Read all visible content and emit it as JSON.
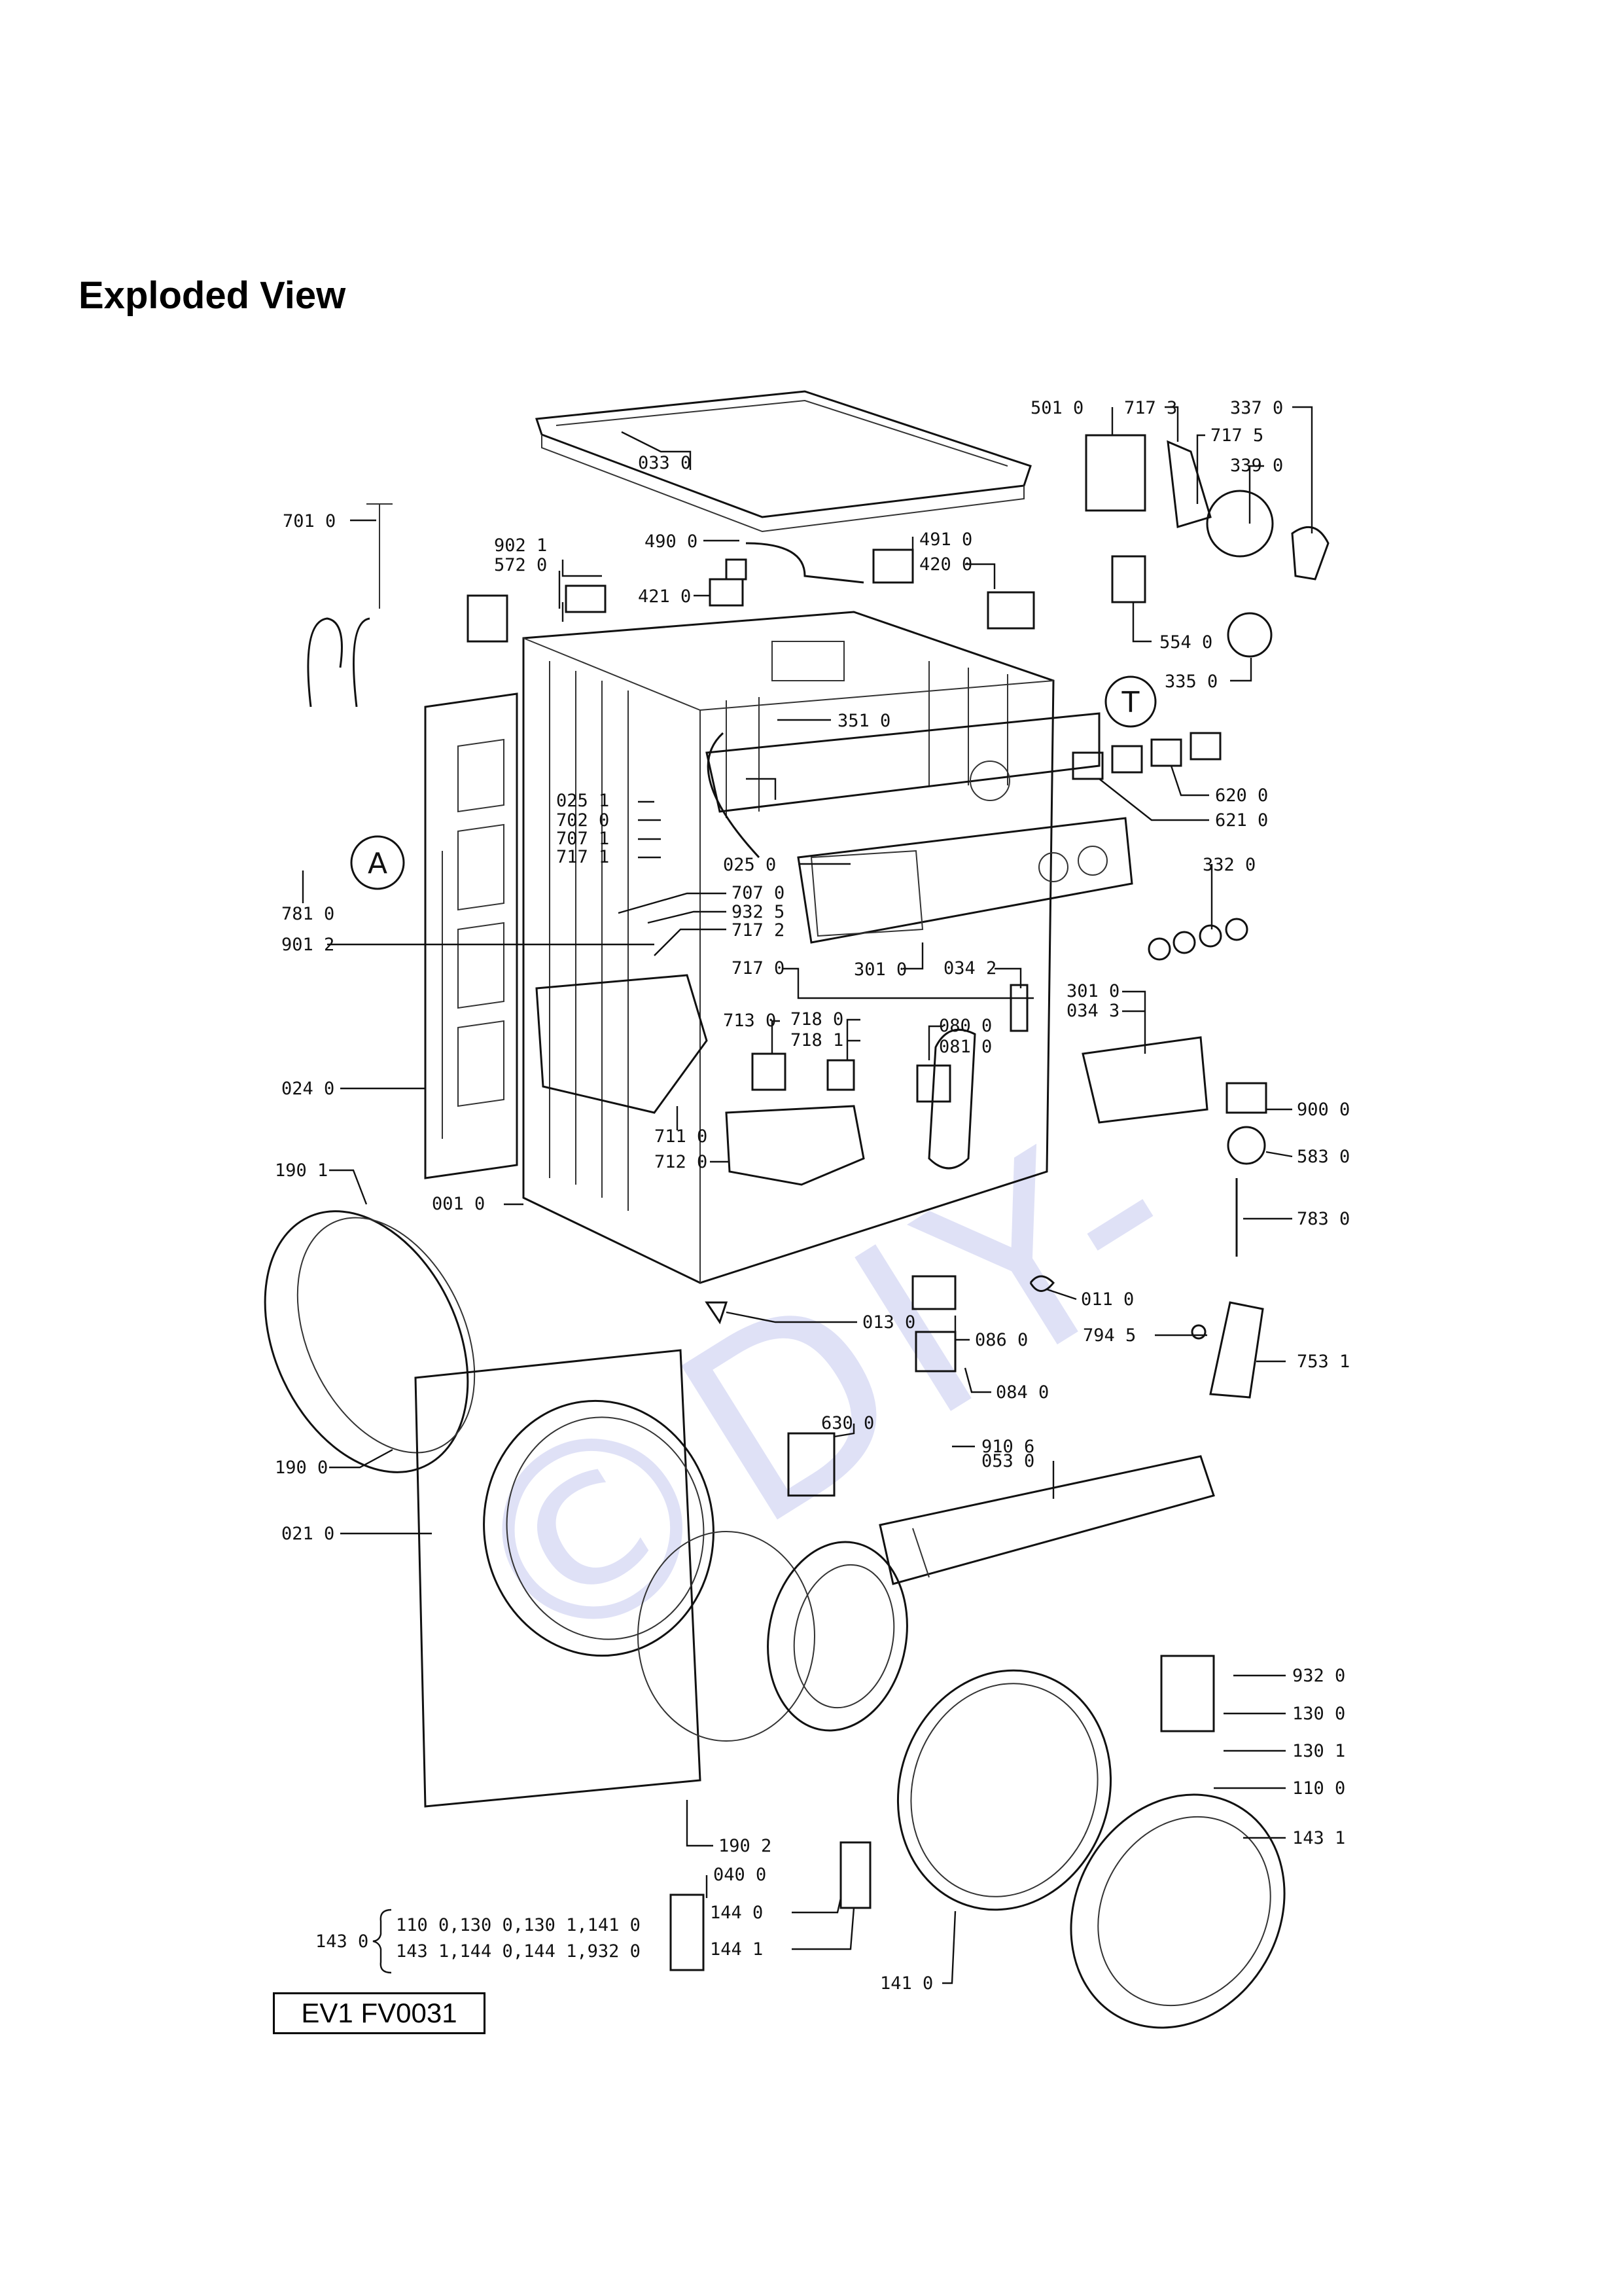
{
  "page": {
    "title": "Exploded View",
    "model_code": "EV1 FV0031",
    "watermark": "©DIY-"
  },
  "markers": [
    {
      "key": "A",
      "label": "A"
    },
    {
      "key": "T",
      "label": "T"
    }
  ],
  "part_labels": [
    {
      "key": "p033",
      "text": "033 0"
    },
    {
      "key": "p701",
      "text": "701 0"
    },
    {
      "key": "p902",
      "text": "902 1"
    },
    {
      "key": "p572",
      "text": "572 0"
    },
    {
      "key": "p490",
      "text": "490 0"
    },
    {
      "key": "p491",
      "text": "491 0"
    },
    {
      "key": "p420",
      "text": "420 0"
    },
    {
      "key": "p421",
      "text": "421 0"
    },
    {
      "key": "p501",
      "text": "501 0"
    },
    {
      "key": "p717_3",
      "text": "717 3"
    },
    {
      "key": "p337",
      "text": "337 0"
    },
    {
      "key": "p717_5",
      "text": "717 5"
    },
    {
      "key": "p339",
      "text": "339 0"
    },
    {
      "key": "p554",
      "text": "554 0"
    },
    {
      "key": "p335",
      "text": "335 0"
    },
    {
      "key": "p351",
      "text": "351 0"
    },
    {
      "key": "p620",
      "text": "620 0"
    },
    {
      "key": "p621",
      "text": "621 0"
    },
    {
      "key": "p025_1",
      "text": "025 1"
    },
    {
      "key": "p702",
      "text": "702 0"
    },
    {
      "key": "p707_1",
      "text": "707 1"
    },
    {
      "key": "p717_1",
      "text": "717 1"
    },
    {
      "key": "p025_0",
      "text": "025 0"
    },
    {
      "key": "p332",
      "text": "332 0"
    },
    {
      "key": "p781",
      "text": "781 0"
    },
    {
      "key": "p707_0",
      "text": "707 0"
    },
    {
      "key": "p932_5",
      "text": "932 5"
    },
    {
      "key": "p901",
      "text": "901 2"
    },
    {
      "key": "p717_2",
      "text": "717 2"
    },
    {
      "key": "p717_0",
      "text": "717 0"
    },
    {
      "key": "p301a",
      "text": "301 0"
    },
    {
      "key": "p034_2",
      "text": "034 2"
    },
    {
      "key": "p301b",
      "text": "301 0"
    },
    {
      "key": "p034_3",
      "text": "034 3"
    },
    {
      "key": "p713",
      "text": "713 0"
    },
    {
      "key": "p718_0",
      "text": "718 0"
    },
    {
      "key": "p718_1",
      "text": "718 1"
    },
    {
      "key": "p080",
      "text": "080 0"
    },
    {
      "key": "p081",
      "text": "081 0"
    },
    {
      "key": "p024",
      "text": "024 0"
    },
    {
      "key": "p900",
      "text": "900 0"
    },
    {
      "key": "p711",
      "text": "711 0"
    },
    {
      "key": "p712",
      "text": "712 0"
    },
    {
      "key": "p583",
      "text": "583 0"
    },
    {
      "key": "p190_1",
      "text": "190 1"
    },
    {
      "key": "p001",
      "text": "001 0"
    },
    {
      "key": "p783",
      "text": "783 0"
    },
    {
      "key": "p011",
      "text": "011 0"
    },
    {
      "key": "p013",
      "text": "013 0"
    },
    {
      "key": "p086",
      "text": "086 0"
    },
    {
      "key": "p794",
      "text": "794 5"
    },
    {
      "key": "p753",
      "text": "753 1"
    },
    {
      "key": "p084",
      "text": "084 0"
    },
    {
      "key": "p630",
      "text": "630 0"
    },
    {
      "key": "p910",
      "text": "910 6"
    },
    {
      "key": "p053",
      "text": "053 0"
    },
    {
      "key": "p190_0",
      "text": "190 0"
    },
    {
      "key": "p021",
      "text": "021 0"
    },
    {
      "key": "p932_0",
      "text": "932 0"
    },
    {
      "key": "p130_0",
      "text": "130 0"
    },
    {
      "key": "p130_1",
      "text": "130 1"
    },
    {
      "key": "p110",
      "text": "110 0"
    },
    {
      "key": "p190_2",
      "text": "190 2"
    },
    {
      "key": "p143_1",
      "text": "143 1"
    },
    {
      "key": "p040",
      "text": "040 0"
    },
    {
      "key": "p144_0",
      "text": "144 0"
    },
    {
      "key": "p144_1",
      "text": "144 1"
    },
    {
      "key": "p141",
      "text": "141 0"
    }
  ],
  "kit": {
    "label": "143 0",
    "line1": "110 0,130 0,130 1,141 0",
    "line2": "143 1,144 0,144 1,932 0"
  }
}
